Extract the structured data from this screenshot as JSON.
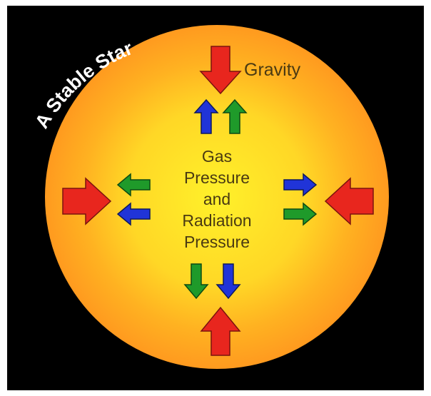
{
  "diagram": {
    "title": "A Stable Star",
    "gravity_label": "Gravity",
    "center_lines": [
      "Gas",
      "Pressure",
      "and",
      "Radiation",
      "Pressure"
    ]
  },
  "colors": {
    "background": "#000000",
    "star_core": "#fff12a",
    "star_edge": "#ff9a1f",
    "gravity_arrow": "#e8261e",
    "gas_pressure_arrow": "#1f9a2a",
    "radiation_pressure_arrow": "#2034d8",
    "title_text": "#ffffff",
    "label_text": "#4a3a12"
  },
  "icons": {
    "gravity": "red-inward-arrow",
    "gas_pressure": "green-outward-arrow",
    "radiation_pressure": "blue-outward-arrow"
  }
}
